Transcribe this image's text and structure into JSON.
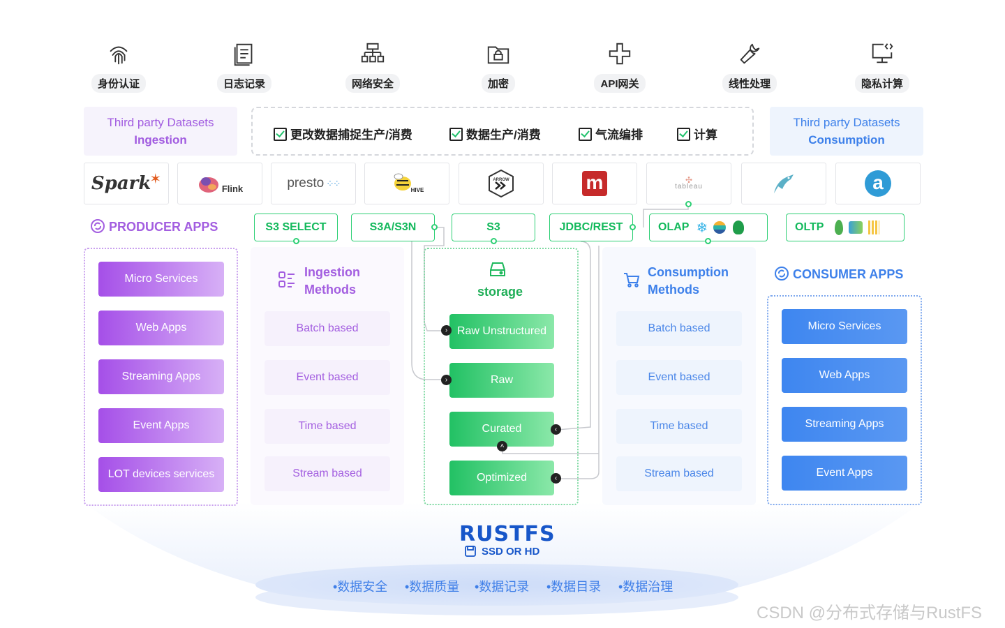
{
  "features": [
    {
      "label": "身份认证",
      "icon": "fingerprint-icon"
    },
    {
      "label": "日志记录",
      "icon": "log-document-icon"
    },
    {
      "label": "网络安全",
      "icon": "network-icon"
    },
    {
      "label": "加密",
      "icon": "lock-folder-icon"
    },
    {
      "label": "API网关",
      "icon": "api-gateway-icon"
    },
    {
      "label": "线性处理",
      "icon": "wrench-icon"
    },
    {
      "label": "隐私计算",
      "icon": "privacy-compute-icon"
    }
  ],
  "third_party_ingestion": {
    "line1": "Third party Datasets",
    "line2": "Ingestion"
  },
  "third_party_consumption": {
    "line1": "Third party Datasets",
    "line2": "Consumption"
  },
  "operations": [
    "更改数据捕捉生产/消费",
    "数据生产/消费",
    "气流编排",
    "计算"
  ],
  "logos": [
    "Spark",
    "Flink",
    "presto",
    "HIVE",
    "ARROW",
    "m",
    "tableau",
    "",
    "a"
  ],
  "protocols": [
    "S3 SELECT",
    "S3A/S3N",
    "S3",
    "JDBC/REST",
    "OLAP",
    "OLTP"
  ],
  "producer": {
    "title": "PRODUCER APPS",
    "apps": [
      "Micro Services",
      "Web Apps",
      "Streaming Apps",
      "Event Apps",
      "LOT devices services"
    ]
  },
  "ingestion": {
    "title_line1": "Ingestion",
    "title_line2": "Methods",
    "methods": [
      "Batch based",
      "Event based",
      "Time based",
      "Stream based"
    ]
  },
  "storage": {
    "title": "storage",
    "tiers": [
      "Raw Unstructured",
      "Raw",
      "Curated",
      "Optimized"
    ]
  },
  "consumption": {
    "title_line1": "Consumption",
    "title_line2": "Methods",
    "methods": [
      "Batch based",
      "Event based",
      "Time based",
      "Stream based"
    ]
  },
  "consumer": {
    "title": "CONSUMER APPS",
    "apps": [
      "Micro Services",
      "Web Apps",
      "Streaming Apps",
      "Event Apps"
    ]
  },
  "brand": {
    "name": "RUSTFS",
    "media": "SSD OR HD"
  },
  "governance": [
    "•数据安全",
    "•数据质量",
    "•数据记录",
    "•数据目录",
    "•数据治理"
  ],
  "watermark": "CSDN @分布式存储与RustFS",
  "colors": {
    "purple": "#a54fe8",
    "blue": "#3e86f0",
    "green": "#22c164"
  }
}
